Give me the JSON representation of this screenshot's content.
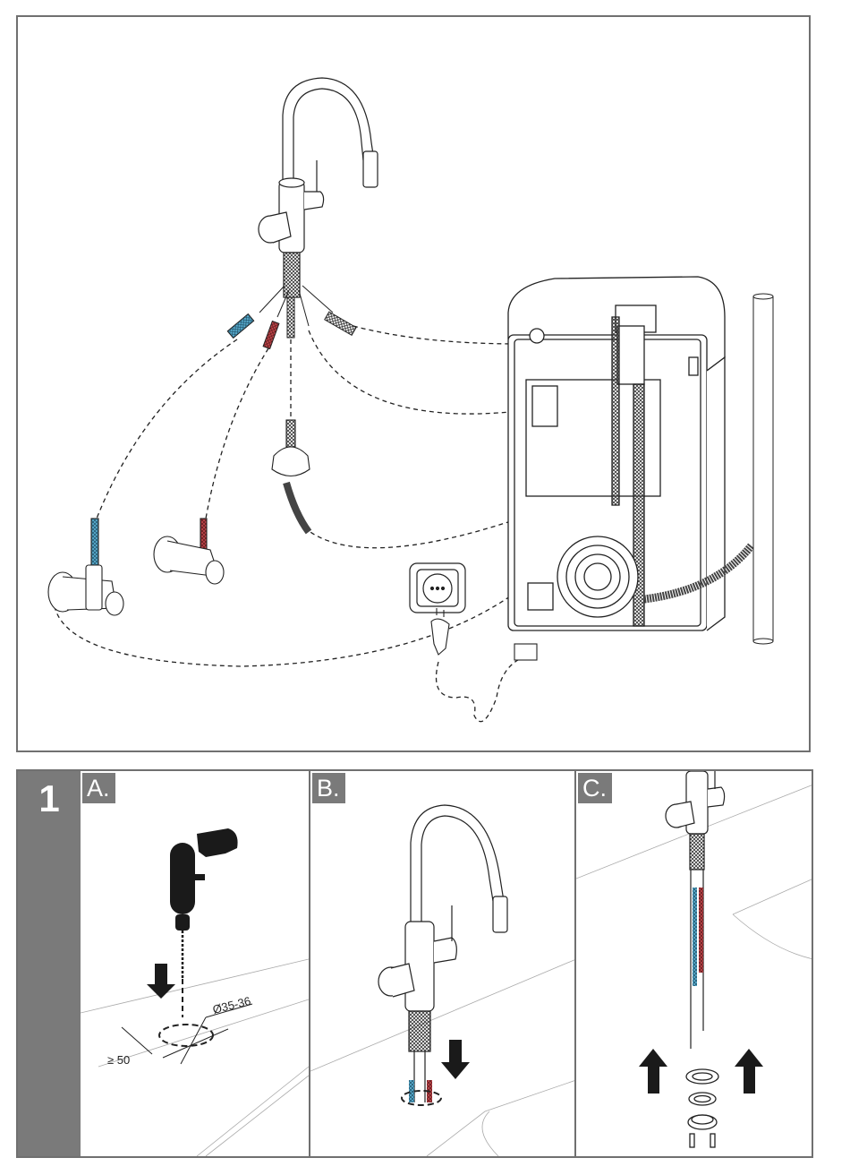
{
  "overview": {
    "title": "Installation overview",
    "components": [
      "tap",
      "cold-water-valve",
      "hot-water-valve",
      "filter",
      "boiler-unit",
      "wall-socket",
      "power-plug",
      "drain-pipe"
    ],
    "hose_colors": {
      "cold": "#5aaed0",
      "hot": "#c0454a",
      "neutral": "#555555"
    }
  },
  "step": {
    "number": "1",
    "panels": [
      {
        "label": "A.",
        "annotations": {
          "diameter": "Ø35-36",
          "edge_distance": "≥ 50"
        }
      },
      {
        "label": "B."
      },
      {
        "label": "C."
      }
    ]
  },
  "colors": {
    "border": "#707070",
    "label_bg": "#7a7a7a",
    "label_text": "#ffffff"
  }
}
